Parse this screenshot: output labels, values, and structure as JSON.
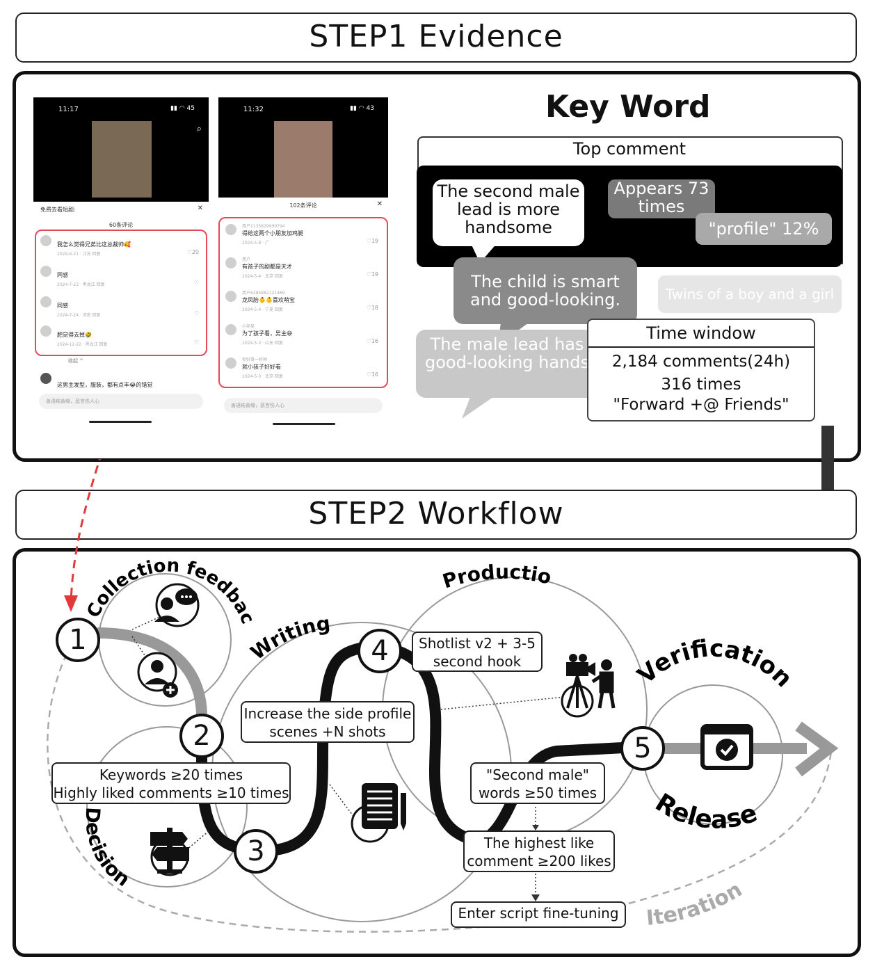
{
  "step1": {
    "title": "STEP1 Evidence",
    "phone1": {
      "time": "11:17",
      "battery": "45",
      "sheet_title": "免费去看短剧:",
      "comment_count": "60条评论",
      "comments": [
        {
          "text": "我怎么觉得兄弟比这总裁帅🥰",
          "meta": "2024-6-21 · 江苏   回复",
          "likes": "20"
        },
        {
          "text": "同感",
          "meta": "2024-7-23 · 黑龙江   回复",
          "likes": ""
        },
        {
          "text": "同感",
          "meta": "2024-7-24 · 河南   回复",
          "likes": ""
        },
        {
          "text": "肥觉得去掉🤣",
          "meta": "2024-12-22 · 黑龙江   回复",
          "likes": ""
        }
      ],
      "collapse": "收起 ^",
      "last_comment": "这男主发型，服装，都有点丰😭的错觉",
      "input_placeholder": "善语结善缘，恶言伤人心"
    },
    "phone2": {
      "time": "11:32",
      "battery": "43",
      "comment_count": "102条评论",
      "comments": [
        {
          "user": "用户1135829990794",
          "text": "得给这两个小朋友加鸡腿",
          "meta": "2024-5-8 · 广",
          "likes": "19"
        },
        {
          "user": "用户",
          "text": "有孩子的剧都是天才",
          "meta": "2024-5-4 · 北京   回复",
          "likes": "19"
        },
        {
          "user": "用户6285882121469",
          "text": "龙凤胎👶👶喜欢萌宝",
          "meta": "2024-5-4 · 宁夏   回复",
          "likes": "18"
        },
        {
          "user": "小吴吴",
          "text": "为了孩子看，男主😆",
          "meta": "2024-5-3 · 山东   回复",
          "likes": "16"
        },
        {
          "user": "你好哥一秒钟",
          "text": "就小孩子好好看",
          "meta": "2024-5-3 · 北京   回复",
          "likes": "16"
        }
      ],
      "input_placeholder": "善语结善缘，恶言伤人心"
    },
    "keyword": {
      "title": "Key Word",
      "top_comment_label": "Top comment",
      "bubble_main": "The second male lead is more handsome",
      "appears": "Appears 73 times",
      "profile": "\"profile\"  12%",
      "bubble_child": "The child is smart and good-looking.",
      "twins": "Twins of a boy and a girl",
      "bubble_hands": "The male lead has good-looking hands",
      "time_window_title": "Time window",
      "time_window_lines": [
        "2,184 comments(24h)",
        "316 times",
        "\"Forward +@ Friends\""
      ]
    }
  },
  "step2": {
    "title": "STEP2 Workflow",
    "stages": {
      "collection": "Collection feedback",
      "writing": "Writing",
      "production": "Production",
      "verification": "Verification",
      "release": "Release",
      "decision": "Decision",
      "iteration": "Iteration"
    },
    "numbers": [
      "1",
      "2",
      "3",
      "4",
      "5"
    ],
    "boxes": {
      "shotlist": [
        "Shotlist v2 + 3-5",
        "second hook"
      ],
      "side_profile": [
        "Increase the side profile",
        "scenes +N shots"
      ],
      "keywords": [
        "Keywords ≥20 times",
        "Highly liked comments ≥10 times"
      ],
      "second_male": [
        "\"Second male\"",
        "words ≥50 times"
      ],
      "highest_like": [
        "The highest like",
        "comment ≥200 likes"
      ],
      "fine_tuning": "Enter script fine-tuning"
    },
    "icons": [
      "chat-people-icon",
      "add-user-icon",
      "signpost-icon",
      "script-notepad-icon",
      "camera-crew-icon",
      "camera-check-icon"
    ]
  }
}
